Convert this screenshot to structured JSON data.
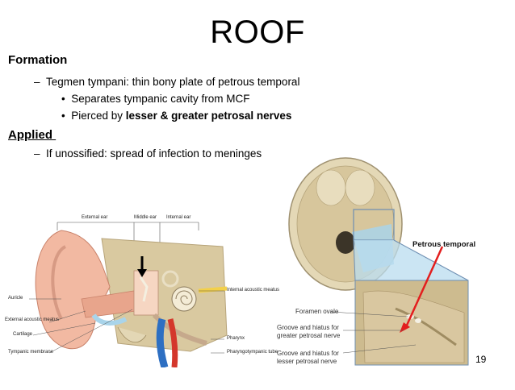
{
  "slide": {
    "title": "ROOF",
    "page_number": "19"
  },
  "formation": {
    "heading": "Formation",
    "item1": "Tegmen tympani: thin bony plate of petrous temporal",
    "bullet1": "Separates tympanic cavity from MCF",
    "bullet2_prefix": "Pierced by ",
    "bullet2_bold": "lesser & greater petrosal nerves"
  },
  "applied": {
    "heading": "Applied",
    "item1": "If unossified: spread of infection to meninges"
  },
  "ear_figure": {
    "labels": {
      "external_ear": "External ear",
      "middle_ear": "Middle ear",
      "internal_ear": "Internal ear",
      "auricle": "Auricle",
      "external_acoustic_meatus": "External acoustic meatus",
      "cartilage": "Cartilage",
      "tympanic_membrane": "Tympanic membrane",
      "internal_acoustic_meatus": "Internal acoustic meatus",
      "pharynx": "Pharynx",
      "pharyngotympanic_tube": "Pharyngotympanic tube"
    }
  },
  "skull_figure": {
    "callout": "Petrous temporal",
    "labels": {
      "foramen_ovale": "Foramen ovale",
      "groove_greater_1": "Groove and hiatus for",
      "groove_greater_2": "greater petrosal nerve",
      "groove_lesser_1": "Groove and hiatus for",
      "groove_lesser_2": "lesser petrosal nerve"
    }
  },
  "colors": {
    "callout_arrow": "#e31e1e",
    "highlight_blue": "#a9d4ea",
    "bone": "#d8c9a2",
    "skin": "#f2b9a2"
  }
}
